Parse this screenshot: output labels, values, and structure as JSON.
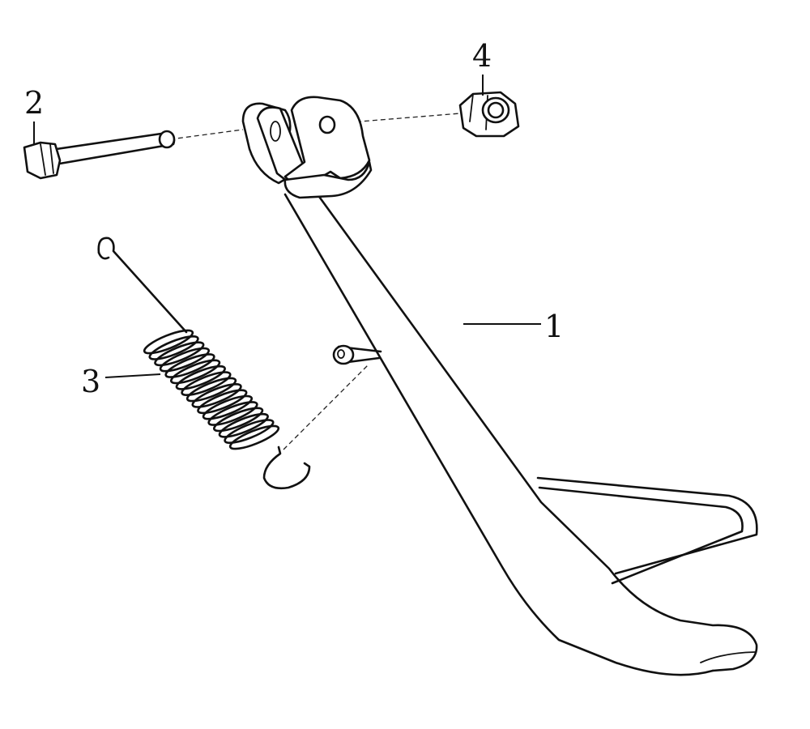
{
  "callouts": {
    "part_1": "1",
    "part_2": "2",
    "part_3": "3",
    "part_4": "4"
  },
  "parts": [
    {
      "id": "1",
      "name": "side-stand",
      "icon": "kickstand-icon"
    },
    {
      "id": "2",
      "name": "pivot-bolt",
      "icon": "bolt-icon"
    },
    {
      "id": "3",
      "name": "return-spring",
      "icon": "spring-icon"
    },
    {
      "id": "4",
      "name": "lock-nut",
      "icon": "nut-icon"
    }
  ],
  "colors": {
    "ink": "#111111",
    "background": "#ffffff"
  }
}
